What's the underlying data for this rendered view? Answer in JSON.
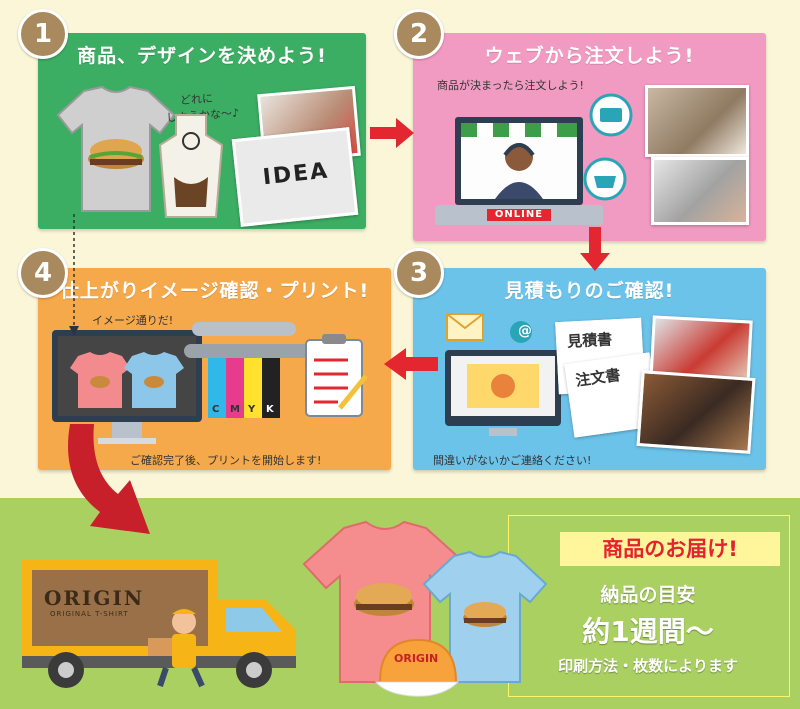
{
  "steps": [
    {
      "number": "1",
      "title": "商品、デザインを決めよう!",
      "notes": [
        "どれに",
        "しようかな〜♪"
      ]
    },
    {
      "number": "2",
      "title": "ウェブから注文しよう!",
      "notes": [
        "商品が決まったら注文しよう!"
      ]
    },
    {
      "number": "3",
      "title": "見積もりのご確認!",
      "notes": [
        "間違いがないかご連絡ください!"
      ]
    },
    {
      "number": "4",
      "title": "仕上がりイメージ確認・プリント!",
      "notes": [
        "イメージ通りだ!",
        "ご確認完了後、プリントを開始します!"
      ]
    }
  ],
  "images": {
    "idea_text": "IDEA",
    "shop_sign": "ONLINE",
    "estimate_doc": "見積書",
    "order_doc": "注文書",
    "cmyk": [
      "C",
      "M",
      "Y",
      "K"
    ],
    "truck_brand": "ORIGIN",
    "truck_sub": "ORIGINAL T-SHIRT",
    "cap_text": "ORIGIN"
  },
  "delivery": {
    "title": "商品のお届け!",
    "label": "納品の目安",
    "period": "約1週間〜",
    "note": "印刷方法・枚数によります"
  },
  "colors": {
    "step1_bg": "#3cae63",
    "step2_bg": "#f29bc2",
    "step3_bg": "#6cc3ea",
    "step4_bg": "#f6a94a",
    "badge": "#a98a5f",
    "arrow": "#e3262f",
    "bottom_bg": "#a9d060",
    "delivery_title_bg": "#fff59b",
    "delivery_title_text": "#e3232f"
  }
}
